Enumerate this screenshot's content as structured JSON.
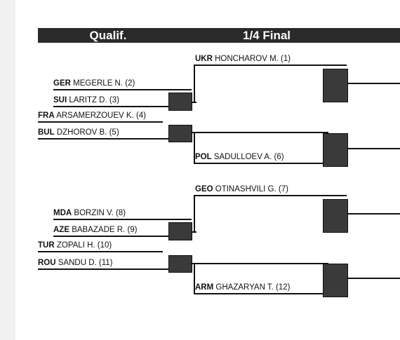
{
  "headers": {
    "qualif": "Qualif.",
    "quarter": "1/4 Final"
  },
  "quarter_entries": [
    {
      "country": "UKR",
      "name": "HONCHAROV M. (1)"
    },
    {
      "country": "POL",
      "name": "SADULLOEV A. (6)"
    },
    {
      "country": "GEO",
      "name": "OTINASHVILI G. (7)"
    },
    {
      "country": "ARM",
      "name": "GHAZARYAN T. (12)"
    }
  ],
  "qualif_entries": [
    {
      "country": "GER",
      "name": "MEGERLE N. (2)"
    },
    {
      "country": "SUI",
      "name": "LARITZ D. (3)"
    },
    {
      "country": "FRA",
      "name": "ARSAMERZOUEV K. (4)"
    },
    {
      "country": "BUL",
      "name": "DZHOROV B. (5)"
    },
    {
      "country": "MDA",
      "name": "BORZIN V. (8)"
    },
    {
      "country": "AZE",
      "name": "BABAZADE R. (9)"
    },
    {
      "country": "TUR",
      "name": "ZOPALI H. (10)"
    },
    {
      "country": "ROU",
      "name": "SANDU D. (11)"
    }
  ]
}
